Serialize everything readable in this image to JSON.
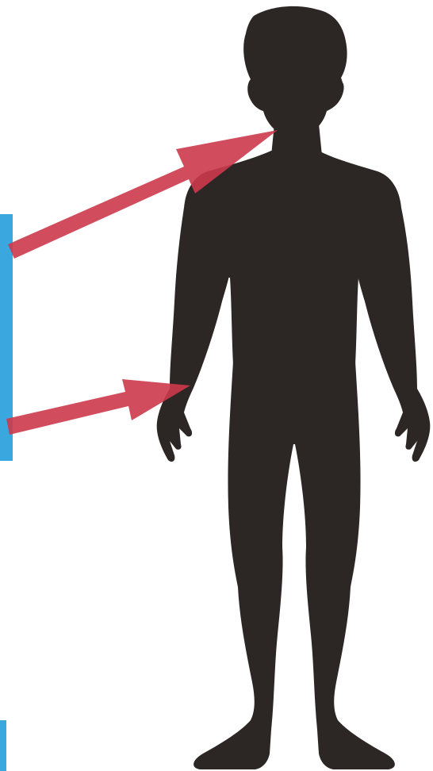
{
  "colors": {
    "background": "#ffffff",
    "figure": "#2c2624",
    "arrow": "#cc3a4c",
    "bar": "#3aa7df"
  },
  "figure": {
    "icon": "human-body-silhouette-icon"
  },
  "indicators": [
    {
      "name": "upper-arrow",
      "icon": "arrow-icon",
      "target": "neck"
    },
    {
      "name": "lower-arrow",
      "icon": "arrow-icon",
      "target": "wrist"
    }
  ]
}
